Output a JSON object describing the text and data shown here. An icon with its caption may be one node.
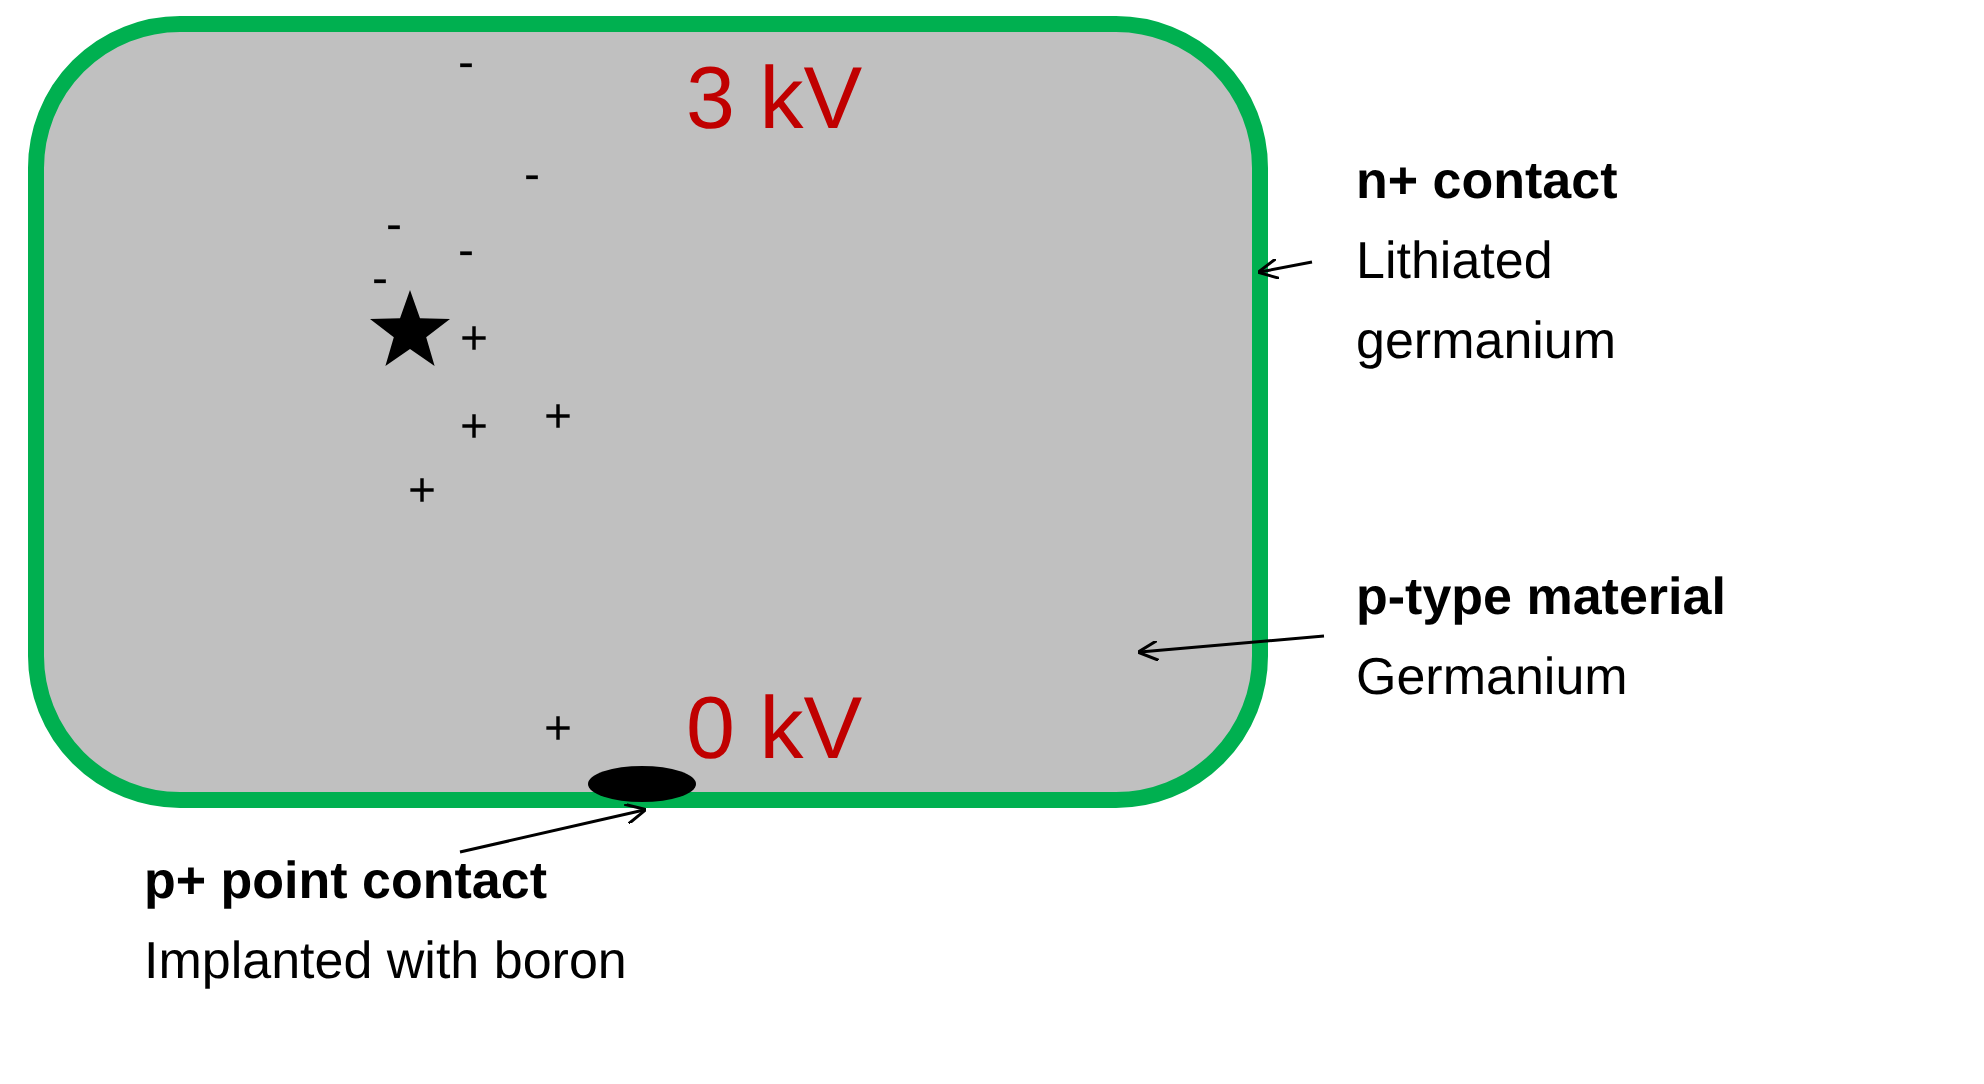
{
  "diagram": {
    "nodes": [
      {
        "text": [],
        "shape": "box"
      },
      {
        "text": [],
        "shape": "ellipse",
        "in": 0
      },
      {
        "text": [
          "n+ contact",
          "Lithiated germanium"
        ]
      },
      {
        "text": [
          "p-type material",
          "Germanium"
        ]
      },
      {
        "text": [
          "p+ point contact",
          "Implanted with boron"
        ]
      }
    ],
    "edges": [
      {
        "from": 2,
        "to": 0,
        "arrow": "to"
      },
      {
        "from": 3,
        "to": 0,
        "arrow": "to"
      },
      {
        "from": 4,
        "to": 1,
        "arrow": "to"
      }
    ],
    "labels": [
      "-",
      "3 kV",
      "-",
      "-",
      "-",
      "-",
      "+",
      "+",
      "+",
      "+",
      "+",
      "0 kV"
    ]
  }
}
